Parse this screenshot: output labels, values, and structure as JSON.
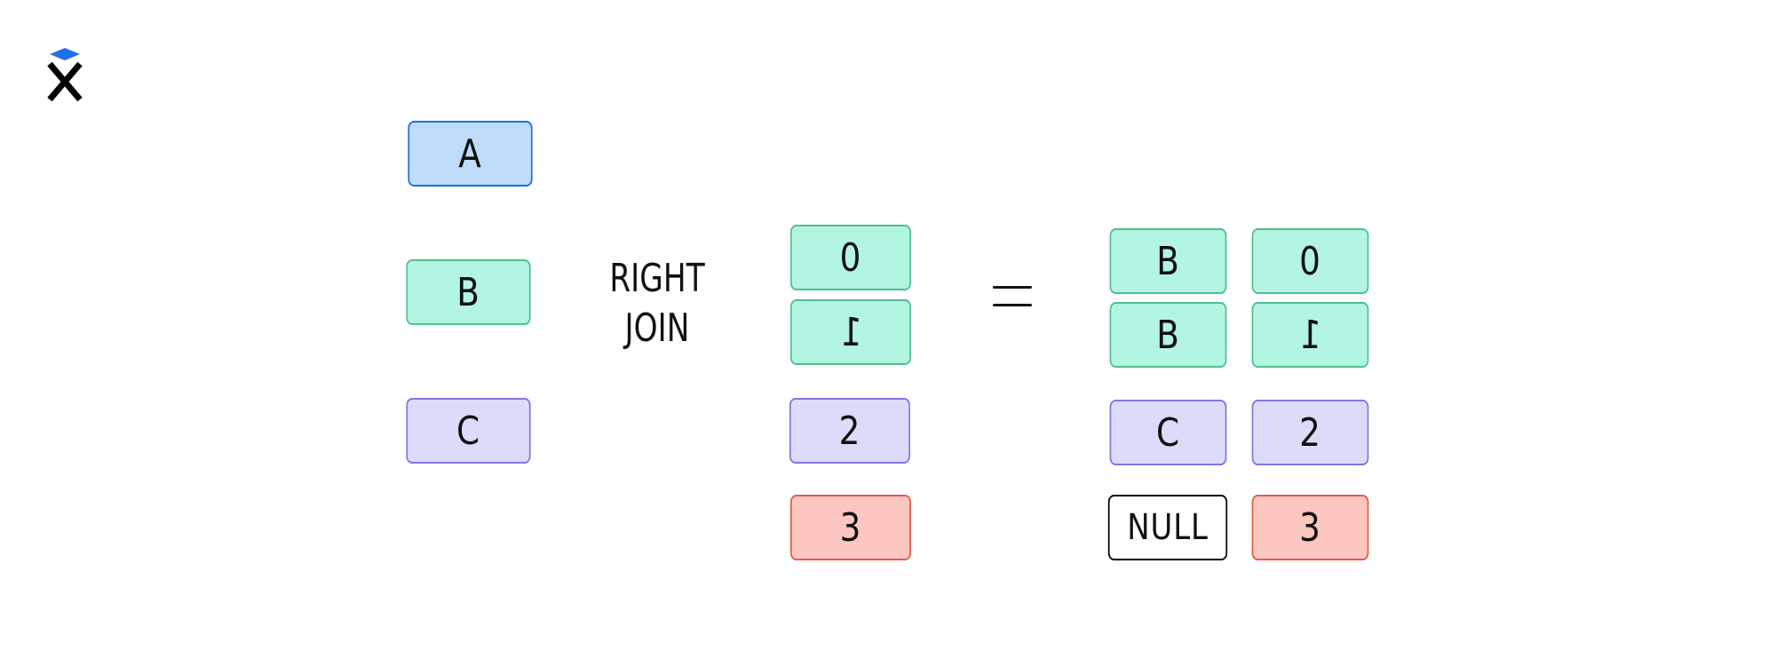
{
  "colors": {
    "blue_fill": "#bfdcfa",
    "blue_border": "#1a6fe0",
    "green_fill": "#b3f5e3",
    "green_border": "#4fc08d",
    "purple_fill": "#dcdcfa",
    "purple_border": "#7c78e6",
    "red_fill": "#fbc7c0",
    "red_border": "#e8584a",
    "null_fill": "#ffffff",
    "null_border": "#000000",
    "logo_accent": "#1f6fee"
  },
  "logo": {
    "icon": "x-logo-icon"
  },
  "left_table": {
    "cells": [
      {
        "label": "A",
        "color": "blue"
      },
      {
        "label": "B",
        "color": "green"
      },
      {
        "label": "C",
        "color": "purple"
      }
    ]
  },
  "operation": {
    "line1": "RIGHT",
    "line2": "JOIN"
  },
  "right_table": {
    "cells": [
      {
        "label": "0",
        "color": "green"
      },
      {
        "label": "1",
        "color": "green"
      },
      {
        "label": "2",
        "color": "purple"
      },
      {
        "label": "3",
        "color": "red"
      }
    ]
  },
  "equals_icon": "equals-icon",
  "result": {
    "rows": [
      {
        "left": "B",
        "right": "0",
        "color": "green"
      },
      {
        "left": "B",
        "right": "1",
        "color": "green"
      },
      {
        "left": "C",
        "right": "2",
        "color": "purple"
      },
      {
        "left": "NULL",
        "right": "3",
        "color": "red"
      }
    ]
  }
}
